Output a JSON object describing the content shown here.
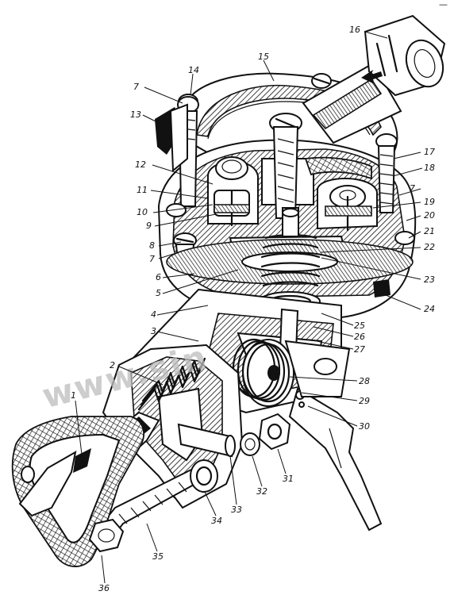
{
  "watermark": "www.sin",
  "corner_mark": "—",
  "callouts": [
    {
      "id": "1",
      "text": "1"
    },
    {
      "id": "2",
      "text": "2"
    },
    {
      "id": "3",
      "text": "3"
    },
    {
      "id": "4",
      "text": "4"
    },
    {
      "id": "5",
      "text": "5"
    },
    {
      "id": "6",
      "text": "6"
    },
    {
      "id": "7a",
      "text": "7"
    },
    {
      "id": "7b",
      "text": "7"
    },
    {
      "id": "7c",
      "text": "7"
    },
    {
      "id": "8",
      "text": "8"
    },
    {
      "id": "9",
      "text": "9"
    },
    {
      "id": "10",
      "text": "10"
    },
    {
      "id": "11",
      "text": "11"
    },
    {
      "id": "12",
      "text": "12"
    },
    {
      "id": "13",
      "text": "13"
    },
    {
      "id": "14",
      "text": "14"
    },
    {
      "id": "15",
      "text": "15"
    },
    {
      "id": "16",
      "text": "16"
    },
    {
      "id": "17",
      "text": "17"
    },
    {
      "id": "18",
      "text": "18"
    },
    {
      "id": "19",
      "text": "19"
    },
    {
      "id": "20",
      "text": "20"
    },
    {
      "id": "21",
      "text": "21"
    },
    {
      "id": "22",
      "text": "22"
    },
    {
      "id": "23",
      "text": "23"
    },
    {
      "id": "24",
      "text": "24"
    },
    {
      "id": "25",
      "text": "25"
    },
    {
      "id": "26",
      "text": "26"
    },
    {
      "id": "27",
      "text": "27"
    },
    {
      "id": "28",
      "text": "28"
    },
    {
      "id": "29",
      "text": "29"
    },
    {
      "id": "30",
      "text": "30"
    },
    {
      "id": "31",
      "text": "31"
    },
    {
      "id": "32",
      "text": "32"
    },
    {
      "id": "33",
      "text": "33"
    },
    {
      "id": "34",
      "text": "34"
    },
    {
      "id": "35",
      "text": "35"
    },
    {
      "id": "36",
      "text": "36"
    }
  ]
}
